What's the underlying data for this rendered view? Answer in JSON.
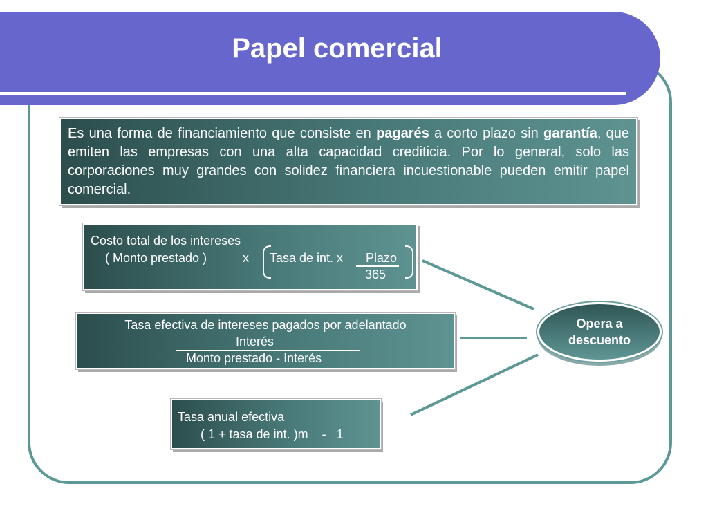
{
  "slide": {
    "title": "Papel comercial",
    "intro": {
      "part1": "Es una forma de financiamiento que consiste en ",
      "bold1": "pagarés",
      "part2": " a corto plazo sin ",
      "bold2": "garantía",
      "part3": ", que emiten las empresas con una alta capacidad crediticia. Por lo general, solo las corporaciones muy grandes con solidez financiera incuestionable pueden emitir papel comercial."
    },
    "formula_interest": {
      "label": "Costo total de los intereses",
      "amount": "( Monto prestado )",
      "times": "x",
      "rate": "Tasa de int.  x",
      "term": "Plazo",
      "days": "365"
    },
    "formula_effective_rate": {
      "label": "Tasa  efectiva de intereses pagados por adelantado",
      "numerator": "Interés",
      "denominator": "Monto prestado - Interés"
    },
    "formula_annual_rate": {
      "label": "Tasa anual efectiva",
      "expression": "( 1 + tasa de int. )m    -   1"
    },
    "discount_node": {
      "line1": "Opera a",
      "line2": "descuento"
    },
    "colors": {
      "banner": "#6666cc",
      "frame": "#5b9896",
      "box_dark": "#2c4e4d",
      "box_light": "#5e9392"
    }
  }
}
